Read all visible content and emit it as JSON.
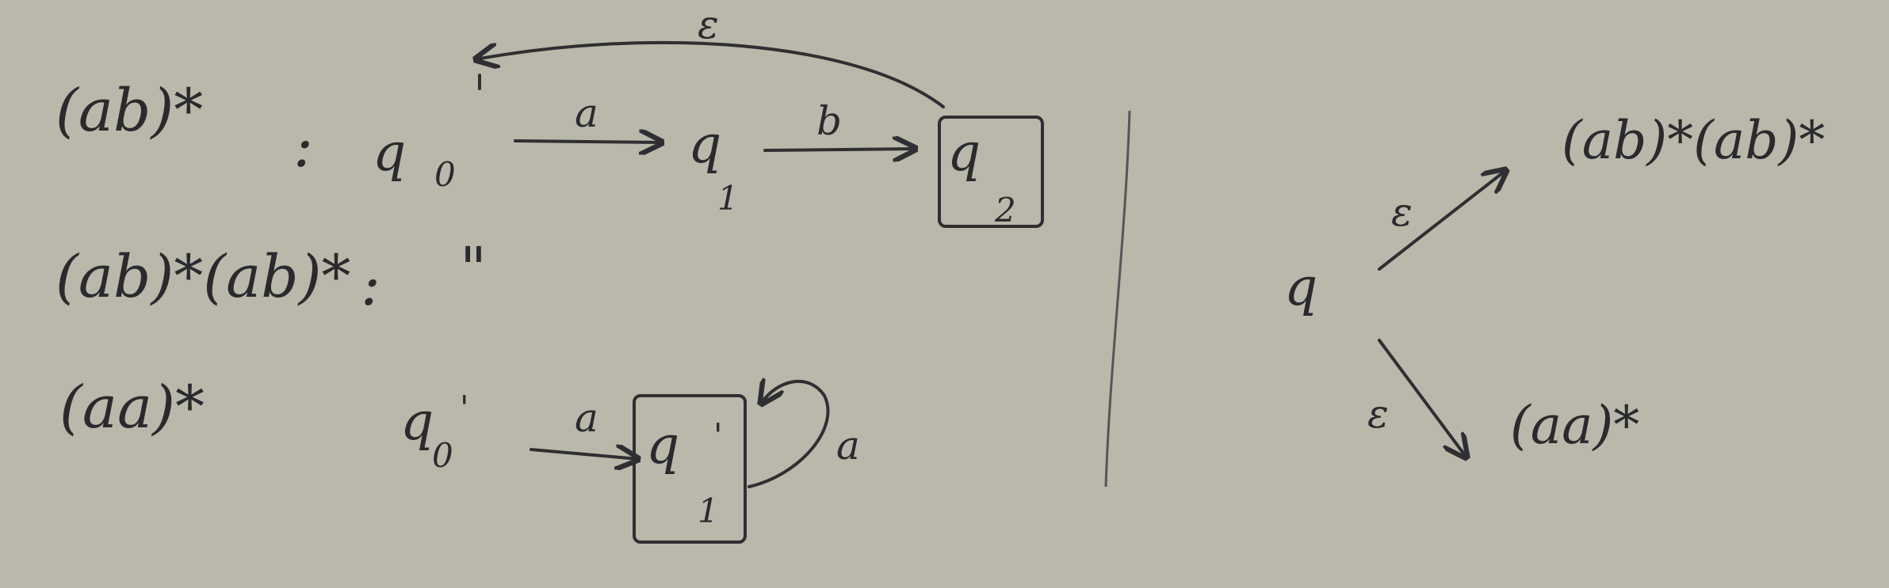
{
  "expressions": {
    "ab_star": "(ab)*",
    "ab_star_ab_star": "(ab)*(ab)*",
    "aa_star": "(aa)*",
    "colon": ":",
    "ditto": "\""
  },
  "automaton_ab": {
    "states": [
      "q0",
      "q1",
      "q2"
    ],
    "state_labels": {
      "q0": "q",
      "q0_sub": "0",
      "q1": "q",
      "q1_sub": "1",
      "q2": "q",
      "q2_sub": "2"
    },
    "transitions": [
      {
        "from": "q0",
        "to": "q1",
        "label": "a"
      },
      {
        "from": "q1",
        "to": "q2",
        "label": "b"
      },
      {
        "from": "q2",
        "to": "q0",
        "label": "ε"
      }
    ],
    "final_state": "q2"
  },
  "automaton_aa": {
    "states": [
      "q0'",
      "q1'"
    ],
    "state_labels": {
      "q0": "q",
      "q0_sub": "0",
      "q0_prime": "'",
      "q1": "q",
      "q1_sub": "1",
      "q1_prime": "'"
    },
    "transitions": [
      {
        "from": "q0'",
        "to": "q1'",
        "label": "a"
      },
      {
        "from": "q1'",
        "to": "q1'",
        "label": "a"
      }
    ],
    "final_state": "q1'"
  },
  "union": {
    "start": "q",
    "upper_label": "ε",
    "upper_target": "(ab)*(ab)*",
    "lower_label": "ε",
    "lower_target": "(aa)*"
  },
  "colors": {
    "board": "#b9b8aa",
    "ink": "#2a2a2e"
  }
}
